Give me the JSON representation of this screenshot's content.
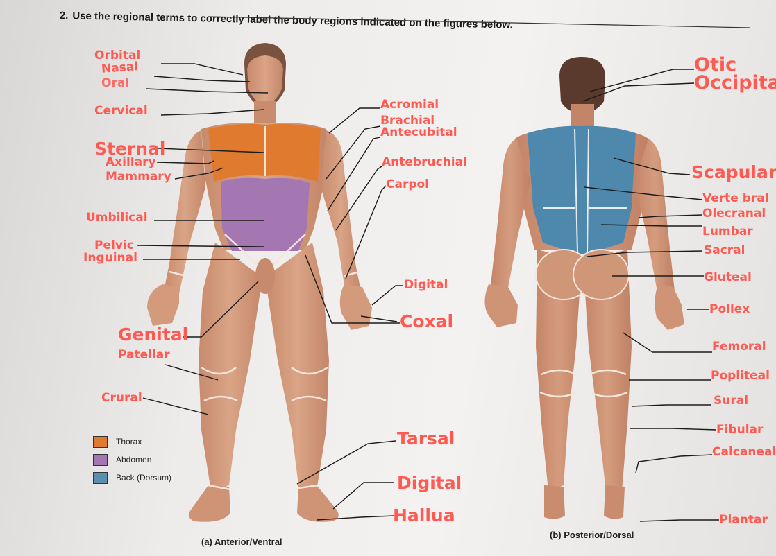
{
  "question": {
    "number": "2.",
    "text": "Use the regional terms to correctly label the body regions indicated on the figures below."
  },
  "anterior": {
    "caption": "(a) Anterior/Ventral",
    "labels": {
      "orbital": "Orbital",
      "nasal": "Nasal",
      "oral": "Oral",
      "cervical": "Cervical",
      "sternal": "Sternal",
      "axillary": "Axillary",
      "mammary": "Mammary",
      "umbilical": "Umbilical",
      "pelvic": "Pelvic",
      "inguinal": "Inguinal",
      "genital": "Genital",
      "patellar": "Patellar",
      "crural": "Crural",
      "acromial": "Acromial",
      "brachial": "Brachial",
      "antecubital": "Antecubital",
      "antebruchial": "Antebruchial",
      "carpol": "Carpol",
      "digital_hand": "Digital",
      "coxal": "Coxal",
      "tarsal": "Tarsal",
      "digital_foot": "Digital",
      "hallua": "Hallua"
    }
  },
  "posterior": {
    "caption": "(b) Posterior/Dorsal",
    "labels": {
      "otic": "Otic",
      "occipital": "Occipital",
      "scapular": "Scapular",
      "vertebral": "Verte bral",
      "olecranal": "Olecranal",
      "lumbar": "Lumbar",
      "sacral": "Sacral",
      "gluteal": "Gluteal",
      "pollex": "Pollex",
      "femoral": "Femoral",
      "popliteal": "Popliteal",
      "sural": "Sural",
      "fibular": "Fibular",
      "calcaneal": "Calcaneal",
      "plantar": "Plantar"
    }
  },
  "legend": {
    "items": [
      {
        "label": "Thorax",
        "color": "#e07a2e"
      },
      {
        "label": "Abdomen",
        "color": "#a476b2"
      },
      {
        "label": "Back (Dorsum)",
        "color": "#5a8fb0"
      }
    ]
  },
  "colors": {
    "label_red": "#ff5a52",
    "skin": "#d39a7c",
    "thorax": "#e07a2e",
    "abdomen": "#a476b2",
    "back": "#4f88ad"
  }
}
